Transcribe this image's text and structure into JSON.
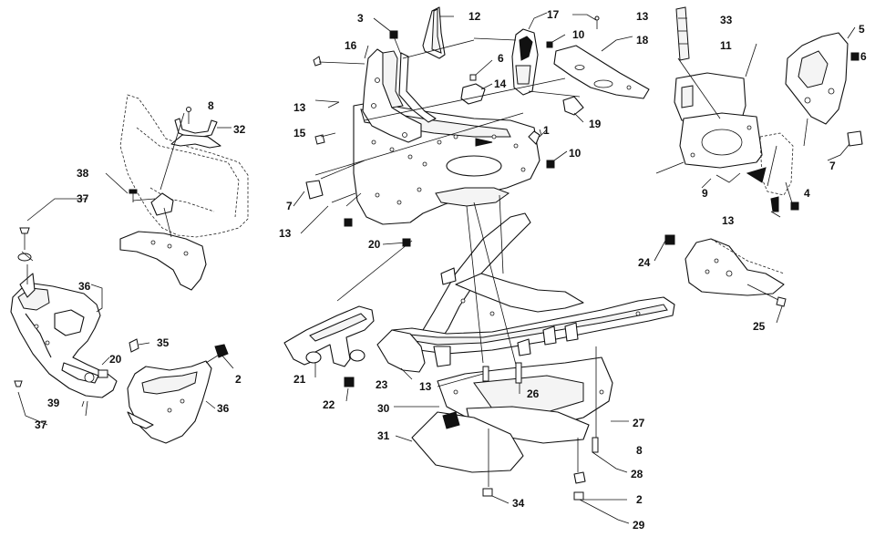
{
  "callouts": [
    {
      "id": "c1",
      "text": "1"
    },
    {
      "id": "c2a",
      "text": "2"
    },
    {
      "id": "c2b",
      "text": "2"
    },
    {
      "id": "c3",
      "text": "3"
    },
    {
      "id": "c4",
      "text": "4"
    },
    {
      "id": "c5",
      "text": "5"
    },
    {
      "id": "c6a",
      "text": "6"
    },
    {
      "id": "c6b",
      "text": "6"
    },
    {
      "id": "c7a",
      "text": "7"
    },
    {
      "id": "c7b",
      "text": "7"
    },
    {
      "id": "c8a",
      "text": "8"
    },
    {
      "id": "c8b",
      "text": "8"
    },
    {
      "id": "c9",
      "text": "9"
    },
    {
      "id": "c10a",
      "text": "10"
    },
    {
      "id": "c10b",
      "text": "10"
    },
    {
      "id": "c11",
      "text": "11"
    },
    {
      "id": "c12",
      "text": "12"
    },
    {
      "id": "c13a",
      "text": "13"
    },
    {
      "id": "c13b",
      "text": "13"
    },
    {
      "id": "c13c",
      "text": "13"
    },
    {
      "id": "c13d",
      "text": "13"
    },
    {
      "id": "c13e",
      "text": "13"
    },
    {
      "id": "c14",
      "text": "14"
    },
    {
      "id": "c15",
      "text": "15"
    },
    {
      "id": "c16",
      "text": "16"
    },
    {
      "id": "c17",
      "text": "17"
    },
    {
      "id": "c18",
      "text": "18"
    },
    {
      "id": "c19",
      "text": "19"
    },
    {
      "id": "c20a",
      "text": "20"
    },
    {
      "id": "c20b",
      "text": "20"
    },
    {
      "id": "c21",
      "text": "21"
    },
    {
      "id": "c22",
      "text": "22"
    },
    {
      "id": "c23",
      "text": "23"
    },
    {
      "id": "c24",
      "text": "24"
    },
    {
      "id": "c25",
      "text": "25"
    },
    {
      "id": "c26",
      "text": "26"
    },
    {
      "id": "c27",
      "text": "27"
    },
    {
      "id": "c28",
      "text": "28"
    },
    {
      "id": "c29",
      "text": "29"
    },
    {
      "id": "c30",
      "text": "30"
    },
    {
      "id": "c31",
      "text": "31"
    },
    {
      "id": "c32",
      "text": "32"
    },
    {
      "id": "c33",
      "text": "33"
    },
    {
      "id": "c34",
      "text": "34"
    },
    {
      "id": "c35",
      "text": "35"
    },
    {
      "id": "c36a",
      "text": "36"
    },
    {
      "id": "c36b",
      "text": "36"
    },
    {
      "id": "c37a",
      "text": "37"
    },
    {
      "id": "c37b",
      "text": "37"
    },
    {
      "id": "c38",
      "text": "38"
    },
    {
      "id": "c39",
      "text": "39"
    }
  ]
}
